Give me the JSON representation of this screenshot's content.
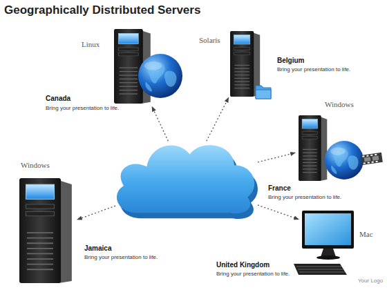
{
  "diagram": {
    "title": "Geographically Distributed Servers",
    "nodes": [
      {
        "text": [
          "Linux",
          "Canada",
          "Bring your presentation to life."
        ]
      },
      {
        "text": [
          "Solaris",
          "Belgium",
          "Bring your presentation to life."
        ]
      },
      {
        "text": [
          "Windows",
          "France",
          "Bring your presentation to life."
        ]
      },
      {
        "text": []
      },
      {
        "text": [
          "Windows",
          "Jamaica",
          "Bring your presentation to life."
        ]
      },
      {
        "text": [
          "Mac",
          "United Kingdom",
          "Bring your presentation to life."
        ]
      }
    ],
    "edges": [
      {
        "from": 3,
        "to": 0,
        "arrow": "to"
      },
      {
        "from": 3,
        "to": 1,
        "arrow": "to"
      },
      {
        "from": 3,
        "to": 2,
        "arrow": "to"
      },
      {
        "from": 3,
        "to": 4,
        "arrow": "to"
      },
      {
        "from": 3,
        "to": 5,
        "arrow": "to"
      }
    ],
    "labels": [
      "Your Logo"
    ]
  }
}
